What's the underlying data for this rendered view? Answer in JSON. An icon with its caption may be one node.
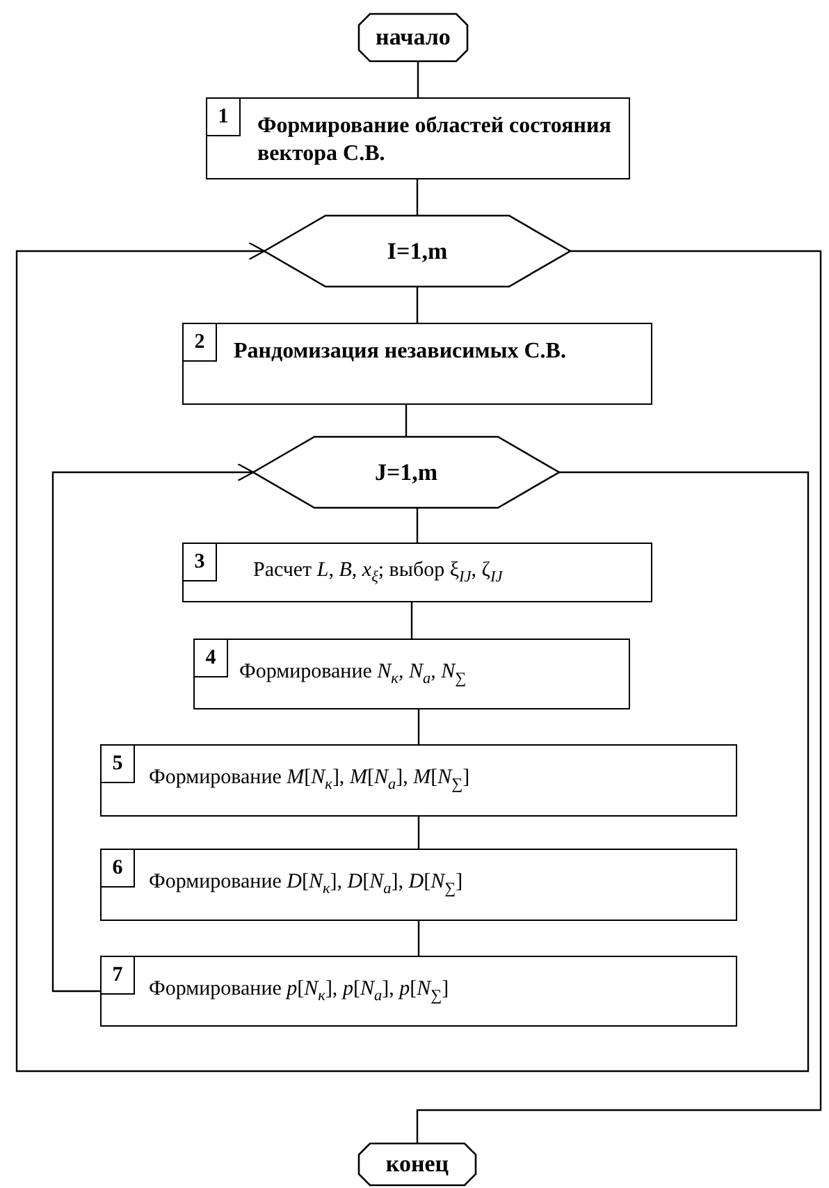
{
  "diagram": {
    "nodes": [
      {
        "text": [
          "начало"
        ]
      },
      {
        "text": [
          "1",
          "Формирование областей состояния вектора С.В."
        ]
      },
      {
        "text": [
          "I=1,m"
        ]
      },
      {
        "text": [
          "2",
          "Рандомизация независимых С.В."
        ]
      },
      {
        "text": [
          "J=1,m"
        ]
      },
      {
        "text": [
          "3",
          "Расчет *L*, *B*, *x*$_{ξ}$; выбор ξ$_{IJ}$, ζ$_{IJ}$"
        ]
      },
      {
        "text": [
          "4",
          "Формирование *N*$_{к}$, *N*$_{a}$, *N*$_{∑}$"
        ]
      },
      {
        "text": [
          "5",
          "Формирование *M*[*N*$_{к}$], *M*[*N*$_{a}$], *M*[*N*$_{∑}$]"
        ]
      },
      {
        "text": [
          "6",
          "Формирование *D*[*N*$_{к}$], *D*[*N*$_{a}$], *D*[*N*$_{∑}$]"
        ]
      },
      {
        "text": [
          "7",
          "Формирование *p*[*N*$_{к}$], *p*[*N*$_{a}$], *p*[*N*$_{∑}$]"
        ]
      },
      {
        "text": [
          "конец"
        ]
      }
    ],
    "edges": [
      {
        "from": 0,
        "to": 1,
        "arrow": "none"
      },
      {
        "from": 1,
        "to": 2,
        "arrow": "none"
      },
      {
        "from": 2,
        "to": 3,
        "arrow": "none"
      },
      {
        "from": 3,
        "to": 4,
        "arrow": "none"
      },
      {
        "from": 4,
        "to": 5,
        "arrow": "none"
      },
      {
        "from": 5,
        "to": 6,
        "arrow": "none"
      },
      {
        "from": 6,
        "to": 7,
        "arrow": "none"
      },
      {
        "from": 7,
        "to": 8,
        "arrow": "none"
      },
      {
        "from": 8,
        "to": 9,
        "arrow": "none"
      },
      {
        "from": 9,
        "to": 4,
        "arrow": "to"
      },
      {
        "from": 4,
        "to": 2,
        "arrow": "to"
      },
      {
        "from": 2,
        "to": 10,
        "arrow": "none"
      }
    ]
  }
}
